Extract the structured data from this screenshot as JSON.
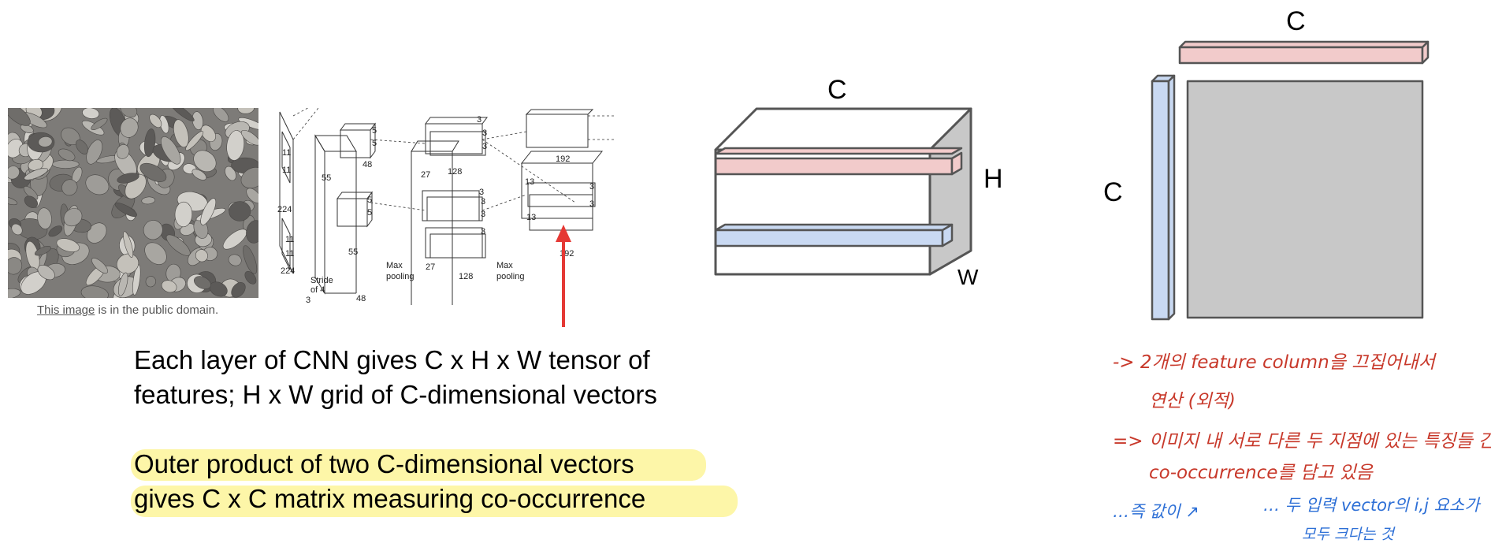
{
  "photo": {
    "caption_link": "This image",
    "caption_rest": " is in the public domain."
  },
  "alexnet": {
    "labels": [
      "11",
      "11",
      "224",
      "11",
      "11",
      "224",
      "55",
      "Stride",
      "of 4",
      "3",
      "55",
      "5",
      "5",
      "48",
      "5",
      "5",
      "48",
      "27",
      "128",
      "27",
      "3",
      "3",
      "3",
      "3",
      "128",
      "3",
      "3",
      "3",
      "192",
      "13",
      "3",
      "13",
      "3",
      "192",
      "Max",
      "pooling",
      "Max",
      "pooling"
    ]
  },
  "text": {
    "desc_line1": "Each layer of CNN gives C x H x W tensor of",
    "desc_line2": "features; H x W grid of C-dimensional vectors",
    "outer_line1": "Outer product of two C-dimensional vectors",
    "outer_line2": "gives C x C matrix measuring co-occurrence"
  },
  "tensor": {
    "c": "C",
    "h": "H",
    "w": "W"
  },
  "matrix": {
    "c_top": "C",
    "c_left": "C"
  },
  "notes": {
    "line1": "-> 2개의 feature column을 끄집어내서",
    "line2": "연산 (외적)",
    "line3": "=> 이미지 내 서로 다른 두 지점에 있는 특징들 간의",
    "line4": "co-occurrence를 담고 있음",
    "line5": "…즉 값이 ↗",
    "line6": "… 두 입력 vector의 i,j 요소가",
    "line7": "모두 크다는 것"
  },
  "colors": {
    "highlight": "#fdf6a8",
    "pink_bar": "#f2cbcb",
    "blue_bar": "#c9d9f2",
    "matrix_fill": "#c8c8c8",
    "note_red": "#c8392b",
    "note_blue": "#2d6fd6",
    "arrow_red": "#e53935"
  }
}
